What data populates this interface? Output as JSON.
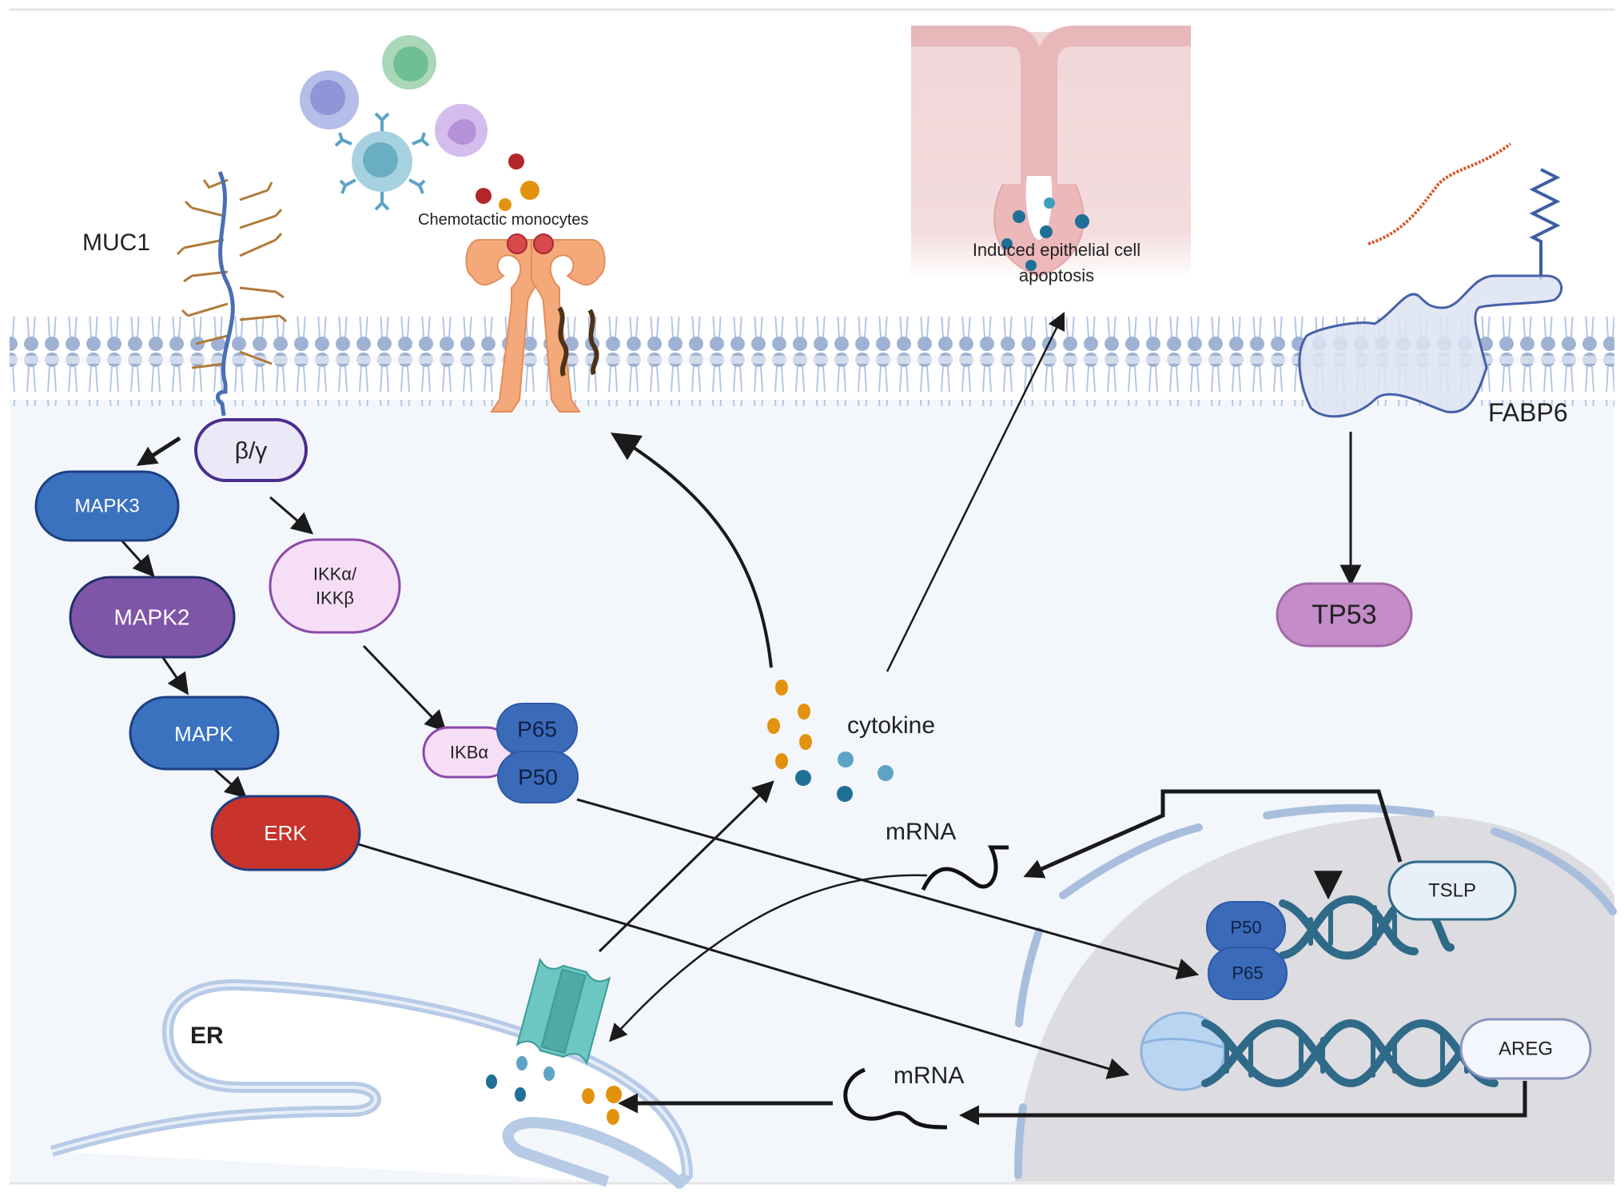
{
  "figure": {
    "labels": {
      "muc1": "MUC1",
      "chemotactic": "Chemotactic monocytes",
      "apoptosis_line1": "Induced epithelial  cell",
      "apoptosis_line2": "apoptosis",
      "fabp6": "FABP6",
      "cytokine": "cytokine",
      "mrna_top": "mRNA",
      "mrna_bottom": "mRNA",
      "er": "ER"
    },
    "nodes": {
      "beta_gamma": "β/γ",
      "mapk3": "MAPK3",
      "mapk2": "MAPK2",
      "mapk": "MAPK",
      "erk": "ERK",
      "ikk_line1": "IKKα/",
      "ikk_line2": "IKKβ",
      "ikba": "IKBα",
      "p65": "P65",
      "p50": "P50",
      "tp53": "TP53",
      "nuc_p50": "P50",
      "nuc_p65": "P65",
      "tslp": "TSLP",
      "areg": "AREG"
    },
    "colors": {
      "mapk_blue": "#3a72c0",
      "mapk2_purple": "#7f55a8",
      "erk_red": "#c8332b",
      "ikk_pink": "#f7def7",
      "tp53_mauve": "#c48cc8",
      "nf_kb_blue": "#3b6bb8",
      "dna_teal": "#2f6a88",
      "membrane_blue": "#9eb1d4",
      "nucleus_gray": "#dcdce1",
      "cytokine_orange": "#e3920f",
      "cytokine_teal": "#1f6f96"
    }
  }
}
